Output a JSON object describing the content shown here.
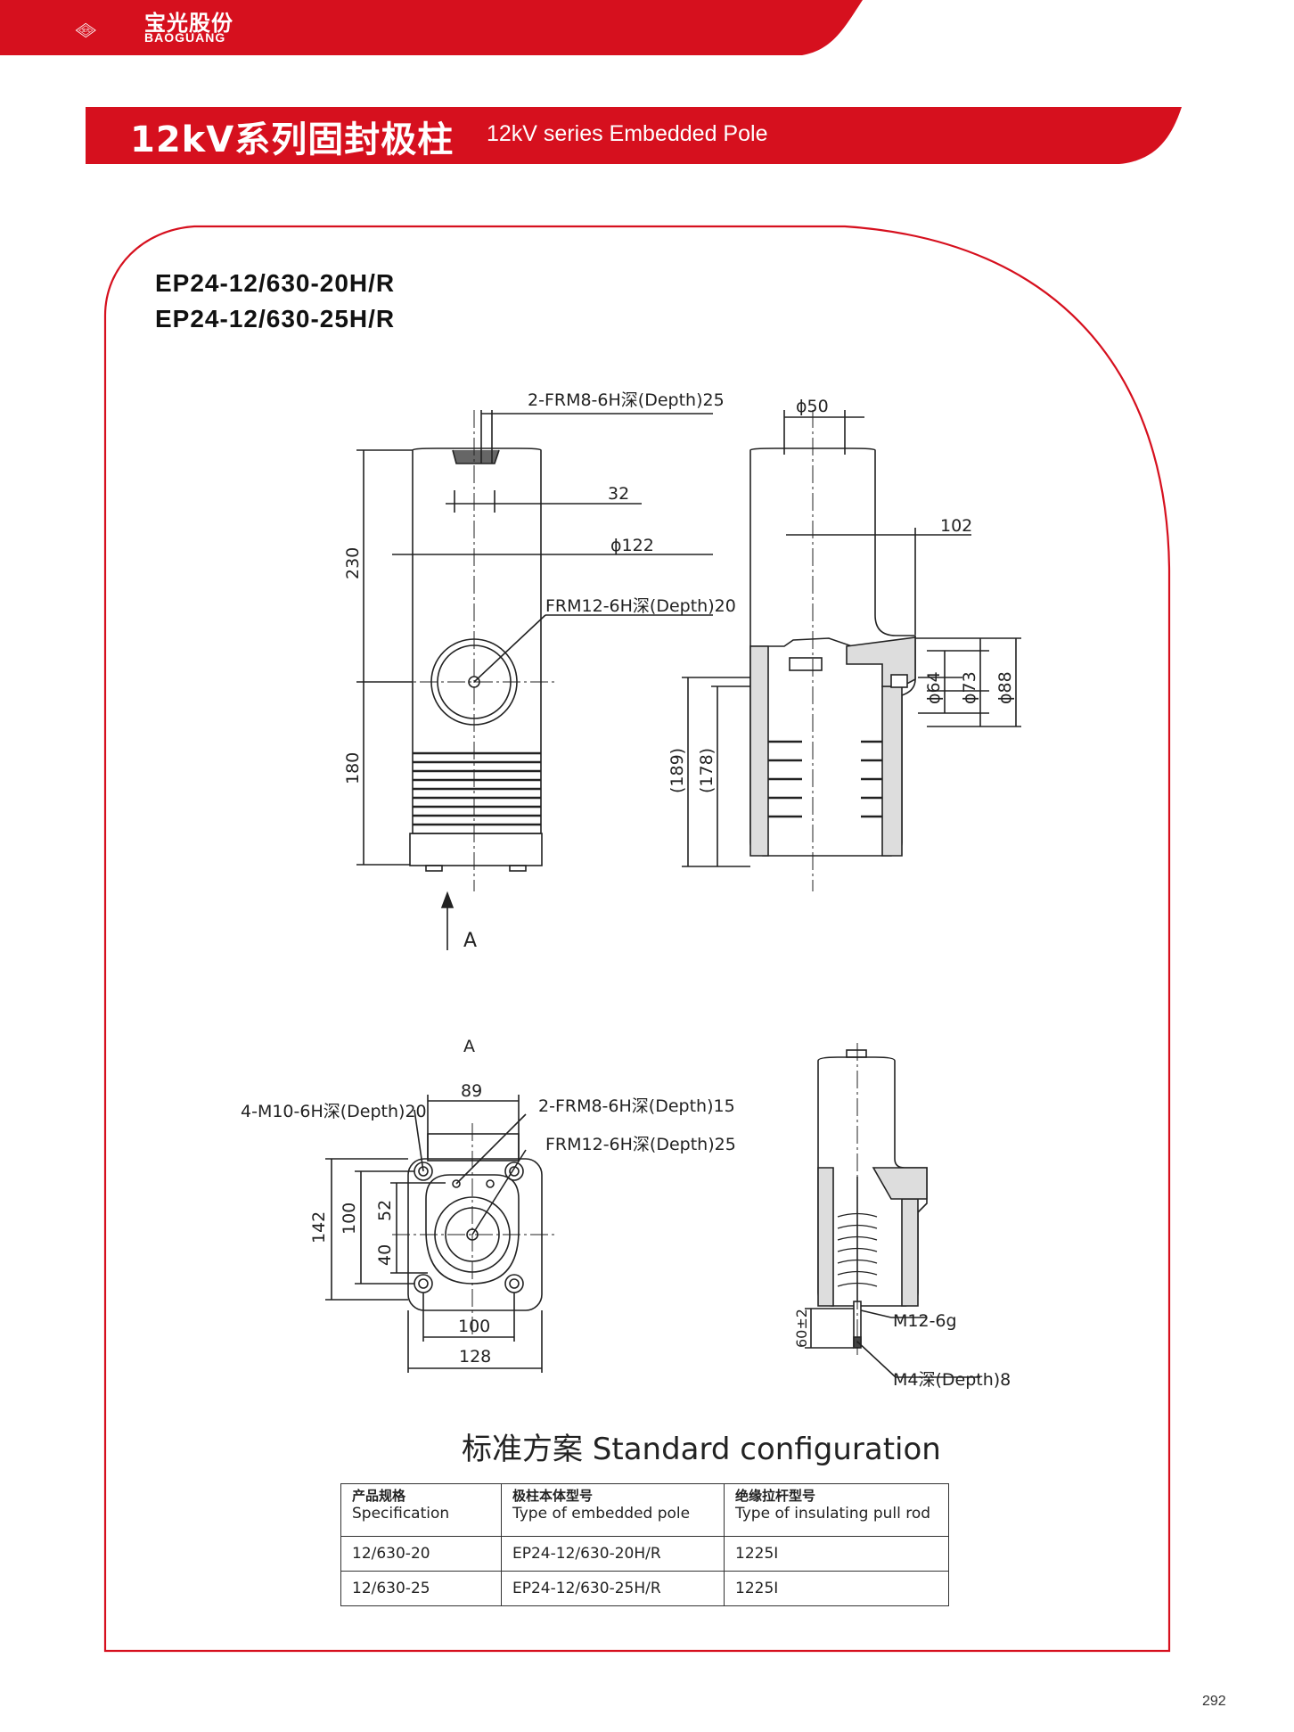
{
  "header": {
    "brand_cn": "宝光股份",
    "brand_en": "BAOGUANG",
    "logo_mark": "宝光",
    "accent_color": "#d6101e"
  },
  "section": {
    "title_cn": "12kV系列固封极柱",
    "title_en": "12kV series Embedded Pole"
  },
  "models": [
    "EP24-12/630-20H/R",
    "EP24-12/630-25H/R"
  ],
  "drawing": {
    "front_view": {
      "labels": {
        "thread_top": "2-FRM8-6H深(Depth)25",
        "dim_32": "32",
        "dim_d122": "ϕ122",
        "thread_side": "FRM12-6H深(Depth)20",
        "dim_230": "230",
        "dim_180": "180",
        "view_arrow": "A"
      }
    },
    "section_view": {
      "labels": {
        "dim_d50": "ϕ50",
        "dim_102": "102",
        "dim_d64": "ϕ64",
        "dim_d73": "ϕ73",
        "dim_d88": "ϕ88",
        "dim_189": "(189)",
        "dim_178": "(178)"
      }
    },
    "view_a": {
      "labels": {
        "view_title": "A",
        "dim_89": "89",
        "mount_holes": "4-M10-6H深(Depth)20",
        "thread_a": "2-FRM8-6H深(Depth)15",
        "thread_b": "FRM12-6H深(Depth)25",
        "dim_142": "142",
        "dim_100v": "100",
        "dim_52": "52",
        "dim_40": "40",
        "dim_100h": "100",
        "dim_128": "128"
      }
    },
    "pull_rod_view": {
      "labels": {
        "thread_rod": "M12-6g",
        "dim_60": "60±2",
        "thread_end": "M4深(Depth)8"
      }
    }
  },
  "config": {
    "title": "标准方案 Standard configuration",
    "headers": [
      {
        "cn": "产品规格",
        "en": "Specification"
      },
      {
        "cn": "极柱本体型号",
        "en": "Type of embedded pole"
      },
      {
        "cn": "绝缘拉杆型号",
        "en": "Type of insulating pull rod"
      }
    ],
    "rows": [
      [
        "12/630-20",
        "EP24-12/630-20H/R",
        "1225I"
      ],
      [
        "12/630-25",
        "EP24-12/630-25H/R",
        "1225I"
      ]
    ]
  },
  "page_number": "292"
}
